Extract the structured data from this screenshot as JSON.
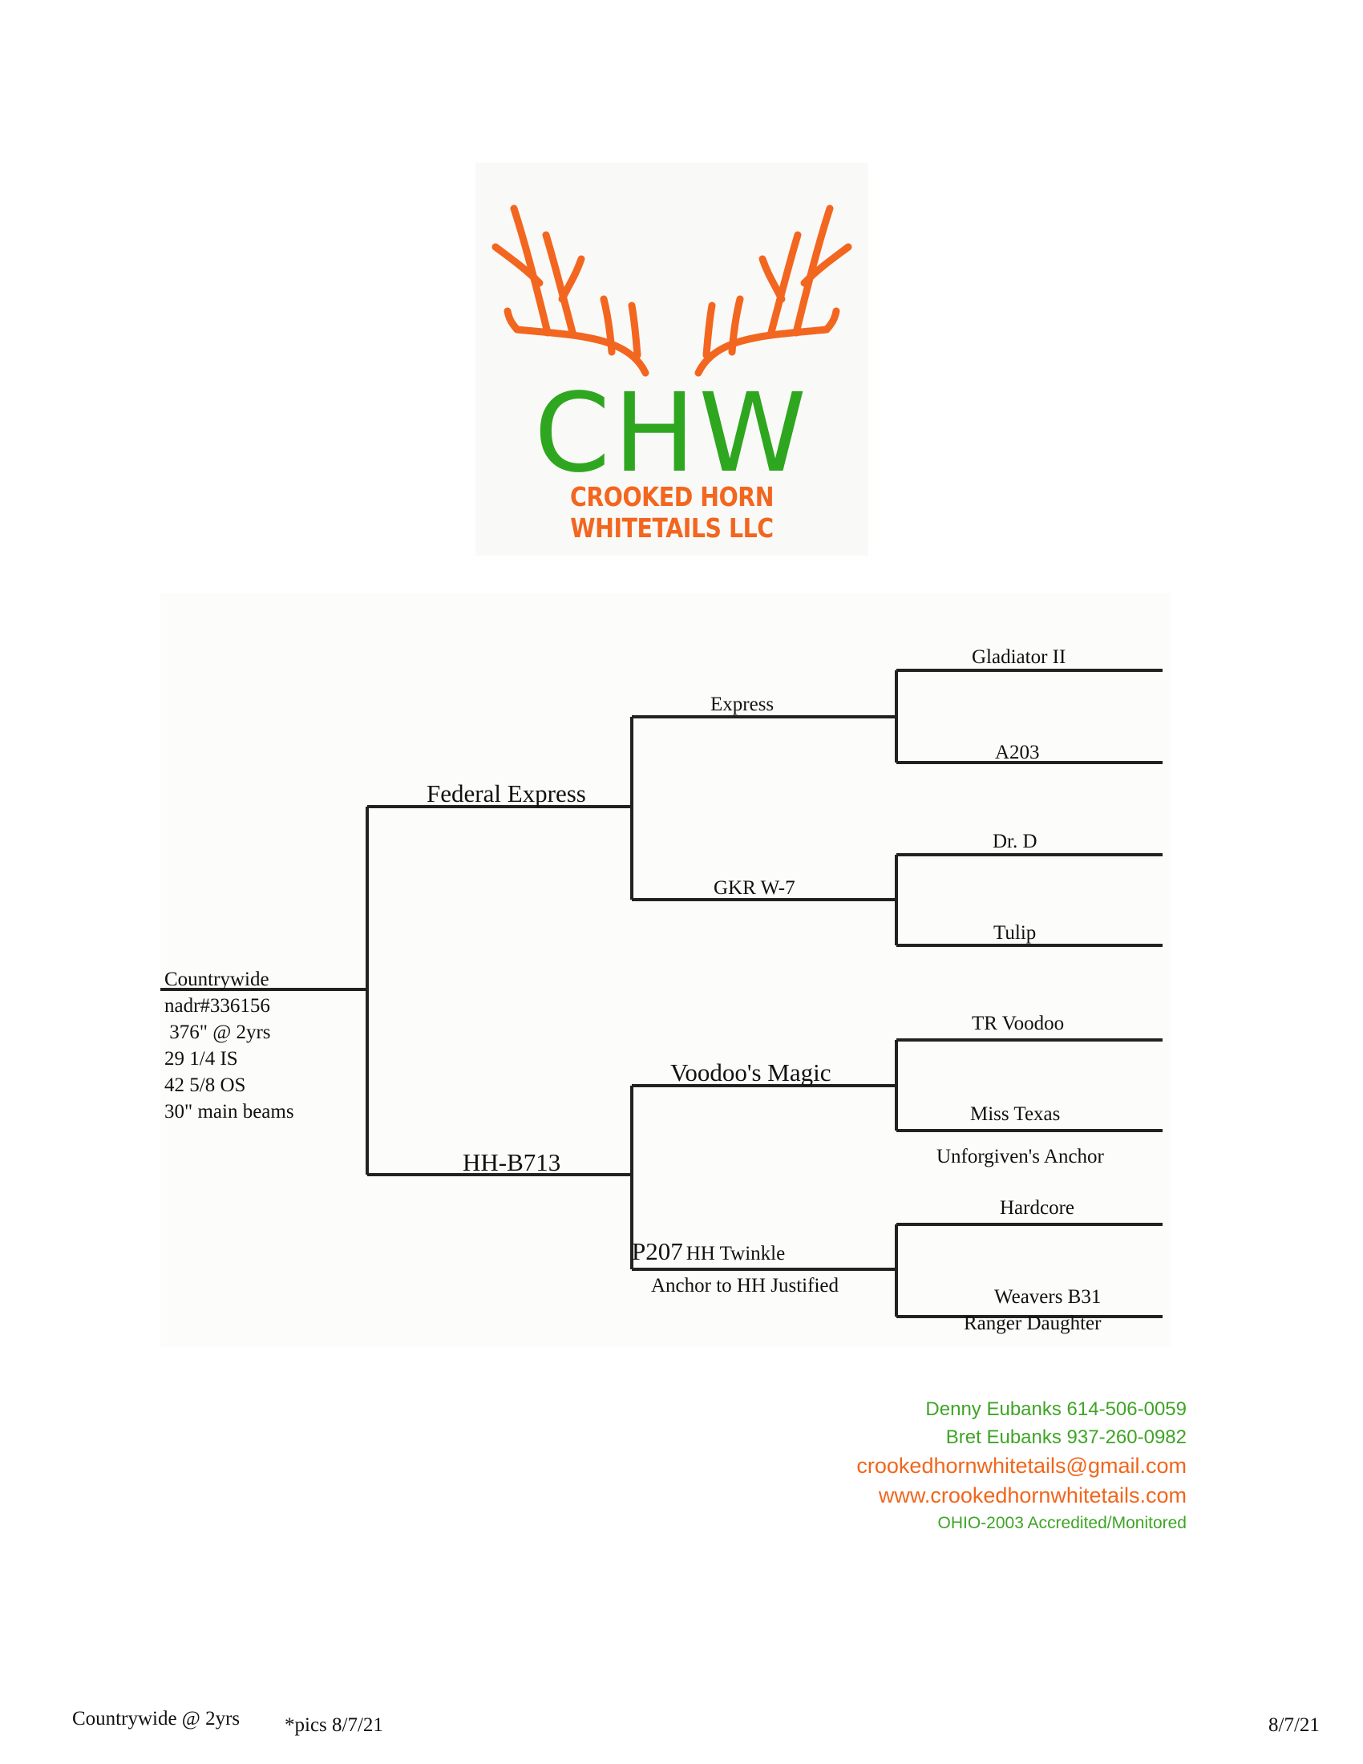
{
  "logo": {
    "letters": "CHW",
    "company": "CROOKED HORN WHITETAILS LLC",
    "antler_icon": "antlers-icon",
    "colors": {
      "green": "#2fa61f",
      "orange": "#f2661f"
    }
  },
  "subject": {
    "name": "Countrywide",
    "details": [
      "nadr#336156",
      " 376\" @ 2yrs",
      "29 1/4 IS",
      "42 5/8 OS",
      "30\" main beams"
    ]
  },
  "pedigree": {
    "sire": "Federal Express",
    "dam": "HH-B713",
    "sire_sire": "Express",
    "sire_dam": "GKR W-7",
    "dam_sire": "Voodoo's Magic",
    "dam_dam_prefix": "P207",
    "dam_dam": "HH Twinkle",
    "dam_dam_note": "Anchor to HH Justified",
    "g1": "Gladiator II",
    "g2": "A203",
    "g3": "Dr. D",
    "g4": "Tulip",
    "g5": "TR Voodoo",
    "g6": "Miss Texas",
    "g6_note": "Unforgiven's Anchor",
    "g7": "Hardcore",
    "g8": "Weavers B31",
    "g8_note": "Ranger Daughter"
  },
  "contact": {
    "line1": "Denny Eubanks 614-506-0059",
    "line2": "Bret Eubanks 937-260-0982",
    "email": "crookedhornwhitetails@gmail.com",
    "website": "www.crookedhornwhitetails.com",
    "accreditation": "OHIO-2003 Accredited/Monitored"
  },
  "footer": {
    "left": "Countrywide @ 2yrs",
    "note": "*pics 8/7/21",
    "date": "8/7/21"
  }
}
